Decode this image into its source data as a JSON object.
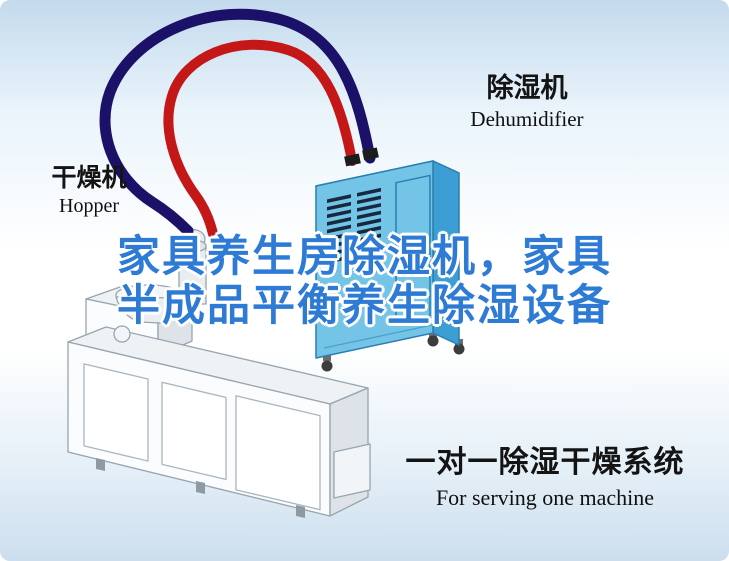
{
  "labels": {
    "dehumidifier": {
      "cn": "除湿机",
      "en": "Dehumidifier"
    },
    "dryer": {
      "cn": "干燥机",
      "en": "Hopper"
    },
    "watermark": {
      "line1": "家具养生房除湿机，家具",
      "line2": "半成品平衡养生除湿设备"
    },
    "system": {
      "cn": "一对一除湿干燥系统",
      "en": "For serving one machine"
    }
  },
  "colors": {
    "watermark": "#2e7bd6",
    "label_text": "#141414",
    "pipe_red": "#c41717",
    "pipe_navy": "#1b1168",
    "dehumidifier_front": "#74c4e8",
    "dehumidifier_side": "#3d9ed6",
    "dehumidifier_top": "#b7def1",
    "dehumidifier_outline": "#2a7fae",
    "machine_fill": "#fafcfd",
    "machine_top": "#eef2f5",
    "machine_side": "#dde3e8",
    "machine_outline": "#97a5ae",
    "background_top": "#c3daed",
    "background_bottom": "#ccdeee"
  }
}
